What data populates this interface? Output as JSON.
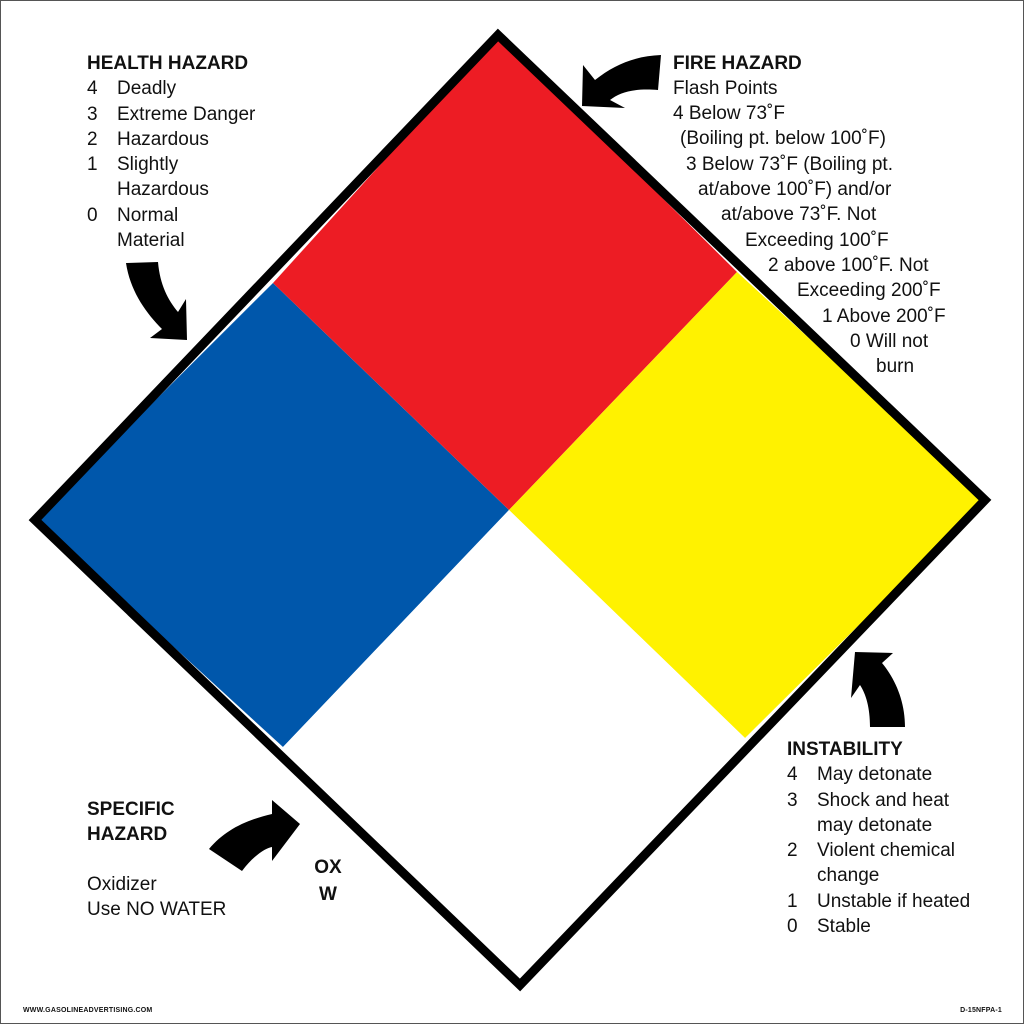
{
  "diamond": {
    "colors": {
      "health": "#0057AB",
      "fire": "#ED1C24",
      "instability": "#FFF200",
      "special": "#FFFFFF",
      "outline": "#000000"
    },
    "special_codes": [
      "OX",
      "W"
    ]
  },
  "health": {
    "title": "HEALTH HAZARD",
    "items": [
      {
        "num": "4",
        "text": "Deadly"
      },
      {
        "num": "3",
        "text": "Extreme Danger"
      },
      {
        "num": "2",
        "text": "Hazardous"
      },
      {
        "num": "1",
        "text": "Slightly Hazardous"
      },
      {
        "num": "0",
        "text": "Normal Material"
      }
    ],
    "lines": [
      "Slightly",
      "Hazardous",
      "Normal",
      "Material"
    ]
  },
  "fire": {
    "title": "FIRE HAZARD",
    "subtitle": "Flash Points",
    "lines": [
      "4 Below 73˚F",
      "(Boiling pt. below 100˚F)",
      "3 Below 73˚F (Boiling pt.",
      "at/above 100˚F) and/or",
      "at/above 73˚F. Not",
      "Exceeding 100˚F",
      "2 above 100˚F. Not",
      "Exceeding 200˚F",
      "1 Above 200˚F",
      "0 Will not",
      "burn"
    ]
  },
  "instability": {
    "title": "INSTABILITY",
    "items": [
      {
        "num": "4",
        "text": "May detonate"
      },
      {
        "num": "3",
        "text": "Shock and heat may detonate"
      },
      {
        "num": "2",
        "text": "Violent chemical change"
      },
      {
        "num": "1",
        "text": "Unstable if heated"
      },
      {
        "num": "0",
        "text": "Stable"
      }
    ],
    "lines": [
      "Shock and heat",
      "may detonate",
      "Violent chemical",
      "change"
    ]
  },
  "specific": {
    "title_line1": "SPECIFIC",
    "title_line2": "HAZARD",
    "line1": "Oxidizer",
    "line2": "Use NO WATER"
  },
  "footer": {
    "website": "WWW.GASOLINEADVERTISING.COM",
    "part_number": "D-15NFPA-1"
  }
}
